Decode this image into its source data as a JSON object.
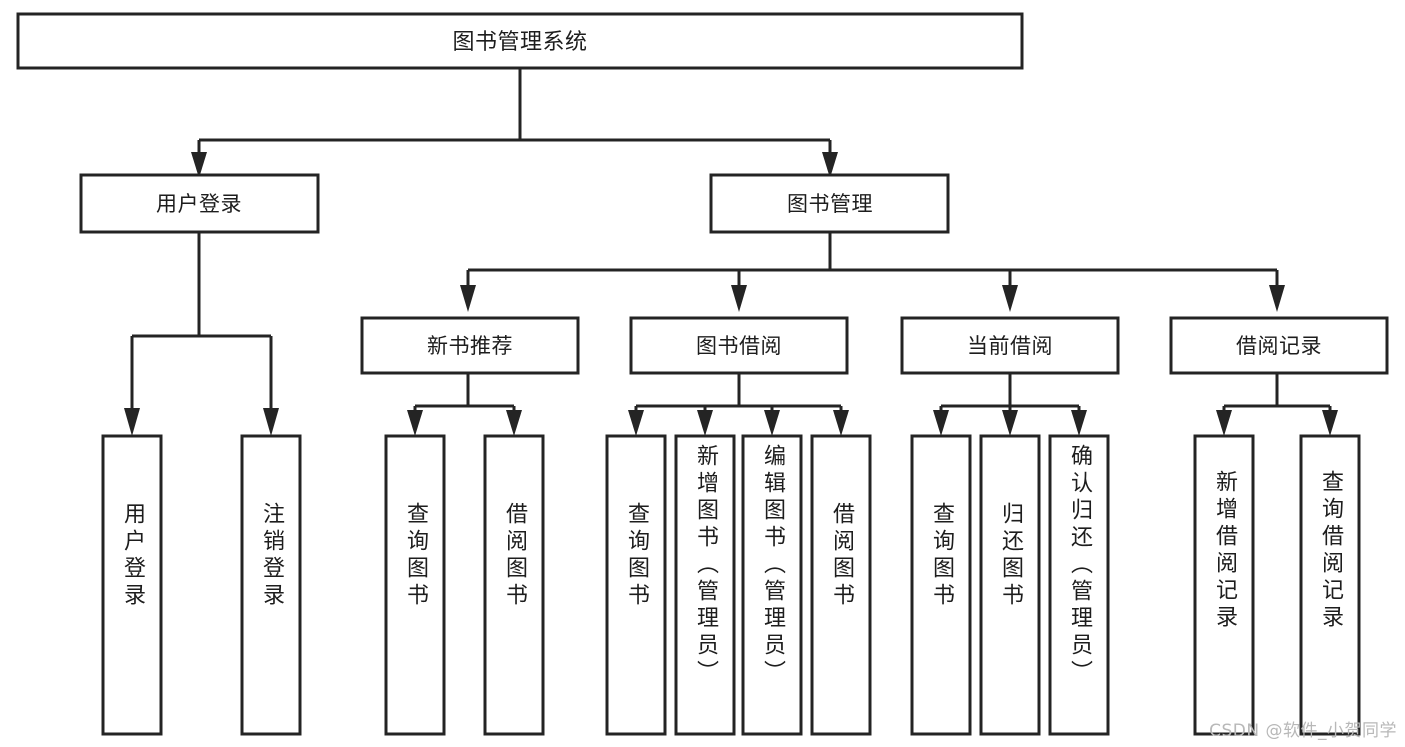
{
  "diagram": {
    "type": "tree-hierarchy",
    "title": "图书管理系统",
    "root": {
      "id": "root",
      "label": "图书管理系统",
      "orientation": "horizontal"
    },
    "level1": [
      {
        "id": "user-login",
        "label": "用户登录",
        "orientation": "horizontal"
      },
      {
        "id": "book-management",
        "label": "图书管理",
        "orientation": "horizontal"
      }
    ],
    "level2": [
      {
        "id": "new-book-recommend",
        "label": "新书推荐",
        "parent": "book-management",
        "orientation": "horizontal"
      },
      {
        "id": "book-borrow",
        "label": "图书借阅",
        "parent": "book-management",
        "orientation": "horizontal"
      },
      {
        "id": "current-borrow",
        "label": "当前借阅",
        "parent": "book-management",
        "orientation": "horizontal"
      },
      {
        "id": "borrow-record",
        "label": "借阅记录",
        "parent": "book-management",
        "orientation": "horizontal"
      }
    ],
    "leaves": [
      {
        "id": "leaf-user-login",
        "label": "用户登录",
        "parent": "user-login",
        "orientation": "vertical"
      },
      {
        "id": "leaf-logout-login",
        "label": "注销登录",
        "parent": "user-login",
        "orientation": "vertical"
      },
      {
        "id": "leaf-query-book-1",
        "label": "查询图书",
        "parent": "new-book-recommend",
        "orientation": "vertical"
      },
      {
        "id": "leaf-borrow-book-1",
        "label": "借阅图书",
        "parent": "new-book-recommend",
        "orientation": "vertical"
      },
      {
        "id": "leaf-query-book-2",
        "label": "查询图书",
        "parent": "book-borrow",
        "orientation": "vertical"
      },
      {
        "id": "leaf-add-book",
        "label": "新增图书（管理员）",
        "parent": "book-borrow",
        "orientation": "vertical"
      },
      {
        "id": "leaf-edit-book",
        "label": "编辑图书（管理员）",
        "parent": "book-borrow",
        "orientation": "vertical"
      },
      {
        "id": "leaf-borrow-book-2",
        "label": "借阅图书",
        "parent": "book-borrow",
        "orientation": "vertical"
      },
      {
        "id": "leaf-query-book-3",
        "label": "查询图书",
        "parent": "current-borrow",
        "orientation": "vertical"
      },
      {
        "id": "leaf-return-book",
        "label": "归还图书",
        "parent": "current-borrow",
        "orientation": "vertical"
      },
      {
        "id": "leaf-confirm-return",
        "label": "确认归还（管理员）",
        "parent": "current-borrow",
        "orientation": "vertical"
      },
      {
        "id": "leaf-add-record",
        "label": "新增借阅记录",
        "parent": "borrow-record",
        "orientation": "vertical"
      },
      {
        "id": "leaf-query-record",
        "label": "查询借阅记录",
        "parent": "borrow-record",
        "orientation": "vertical"
      }
    ],
    "watermark": "CSDN @软件_小贺同学",
    "colors": {
      "stroke": "#242424",
      "fill": "#ffffff",
      "text": "#1d1d1d",
      "watermark": "#b8b8b8",
      "background": "#ffffff"
    }
  }
}
